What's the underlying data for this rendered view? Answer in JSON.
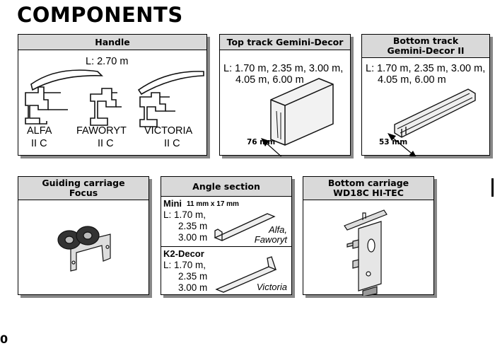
{
  "page": {
    "title": "COMPONENTS",
    "page_number": "0"
  },
  "handle": {
    "header": "Handle",
    "length": "L: 2.70 m",
    "profiles": [
      {
        "name": "ALFA",
        "sub": "II C"
      },
      {
        "name": "FAWORYT",
        "sub": "II C"
      },
      {
        "name": "VICTORIA",
        "sub": "II C"
      }
    ]
  },
  "top_track": {
    "header": "Top track Gemini-Decor",
    "lengths_line1": "L: 1.70 m, 2.35 m, 3.00 m,",
    "lengths_line2": "4.05 m, 6.00 m",
    "dimension": "76 mm"
  },
  "bottom_track": {
    "header_line1": "Bottom track",
    "header_line2": "Gemini-Decor II",
    "lengths_line1": "L: 1.70 m, 2.35 m, 3.00 m,",
    "lengths_line2": "4.05 m, 6.00 m",
    "dimension": "53 mm"
  },
  "guiding_carriage": {
    "header_line1": "Guiding carriage",
    "header_line2": "Focus"
  },
  "angle_section": {
    "header": "Angle section",
    "mini": {
      "name": "Mini",
      "size": "11 mm x 17 mm",
      "l1": "L: 1.70 m,",
      "l2": "2.35 m",
      "l3": "3.00 m",
      "label_line1": "Alfa,",
      "label_line2": "Faworyt"
    },
    "k2": {
      "name": "K2-Decor",
      "l1": "L: 1.70 m,",
      "l2": "2.35 m",
      "l3": "3.00 m",
      "label": "Victoria"
    }
  },
  "bottom_carriage": {
    "header_line1": "Bottom carriage",
    "header_line2": "WD18C HI-TEC"
  }
}
